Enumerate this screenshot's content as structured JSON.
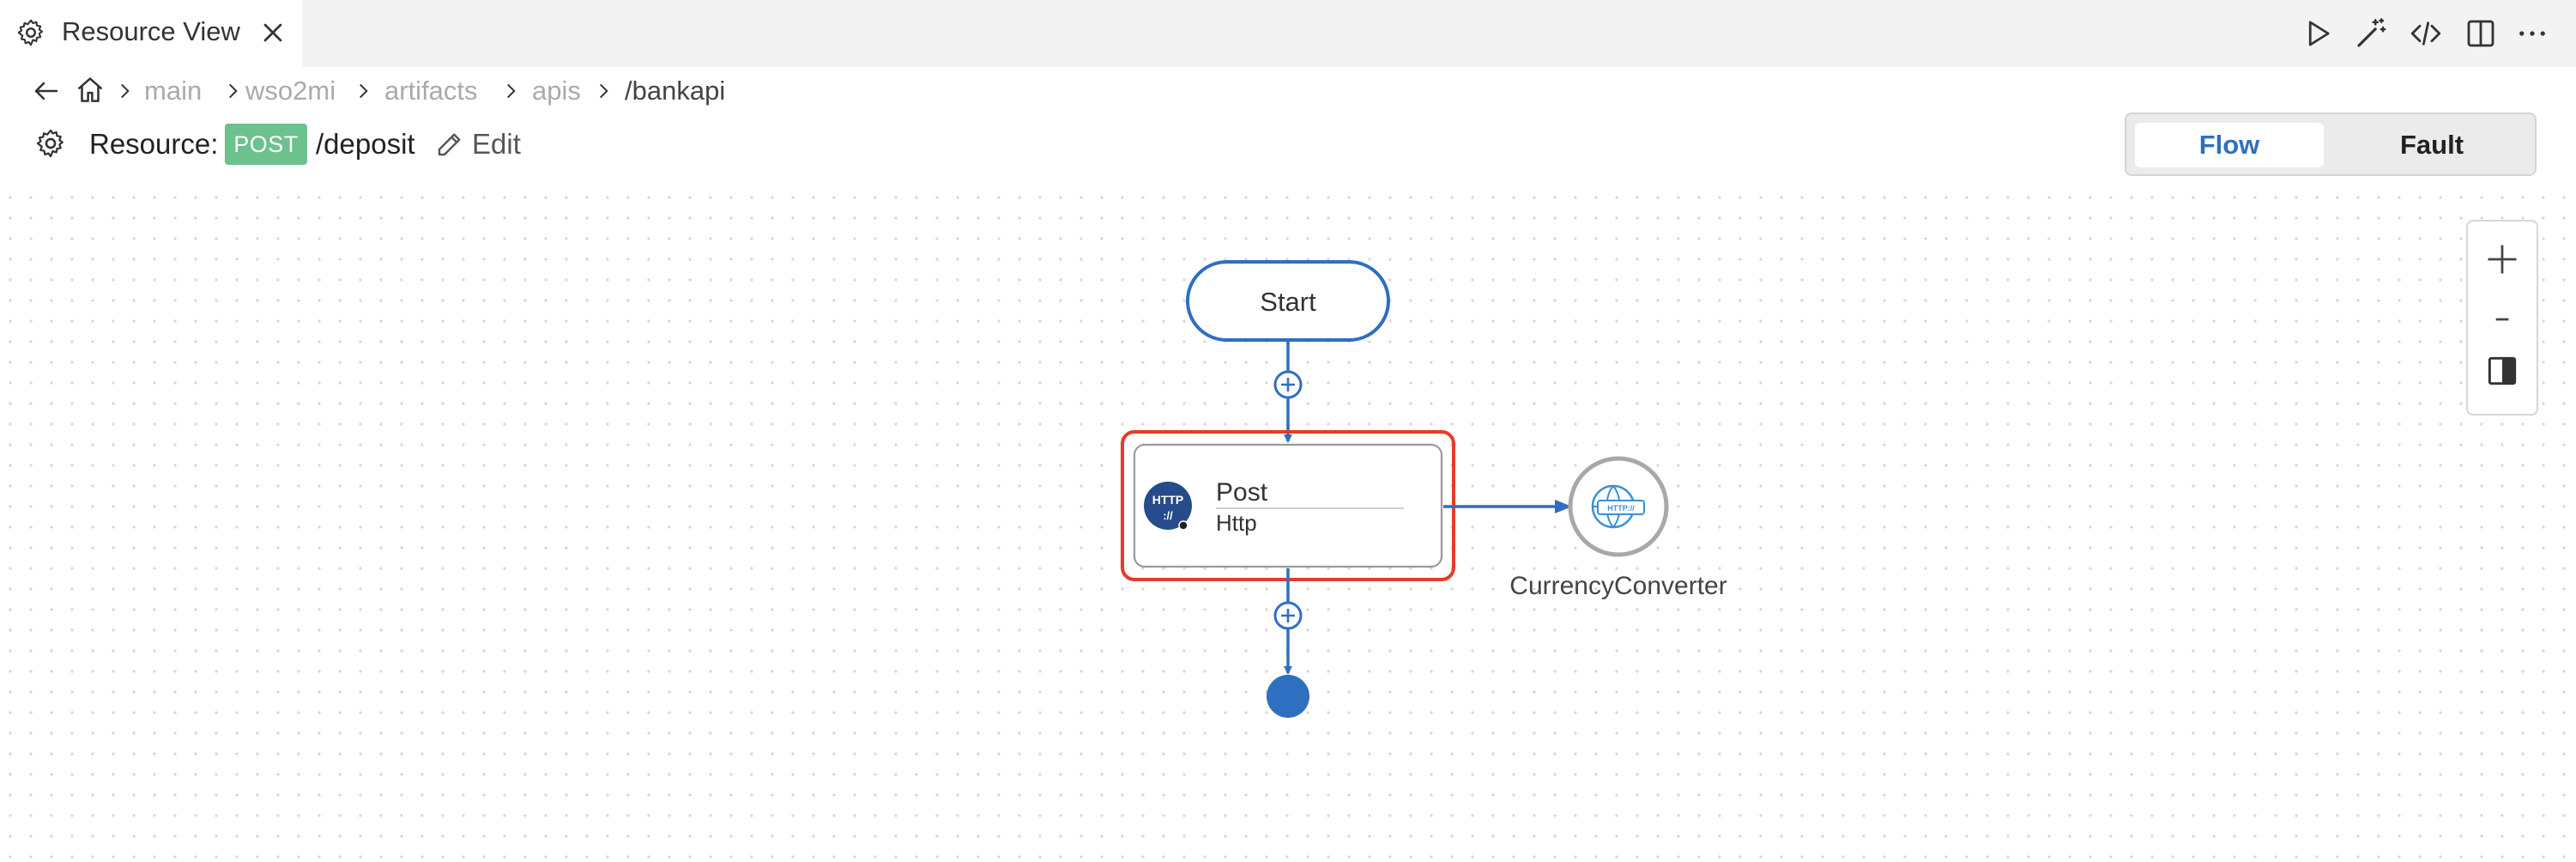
{
  "tab": {
    "title": "Resource View",
    "icon": "gear-icon",
    "close_icon": "close-icon"
  },
  "toolbar": {
    "actions": [
      "run-icon",
      "magic-wand-icon",
      "code-icon",
      "split-editor-icon",
      "more-icon"
    ]
  },
  "breadcrumb": {
    "items": [
      "main",
      "wso2mi",
      "artifacts",
      "apis",
      "/bankapi"
    ]
  },
  "resource": {
    "label": "Resource:",
    "method": "POST",
    "path": "/deposit",
    "edit_label": "Edit"
  },
  "view_toggle": {
    "options": [
      "Flow",
      "Fault"
    ],
    "selected": "Flow"
  },
  "diagram": {
    "start_label": "Start",
    "mediator": {
      "title": "Post",
      "subtitle": "Http",
      "icon_text": "HTTP",
      "icon_sub": "://"
    },
    "endpoint": {
      "label": "CurrencyConverter",
      "icon_text": "HTTP://"
    }
  },
  "colors": {
    "accent": "#2f6fbf",
    "method_badge": "#6cc18c",
    "selection": "#e53b2a"
  }
}
